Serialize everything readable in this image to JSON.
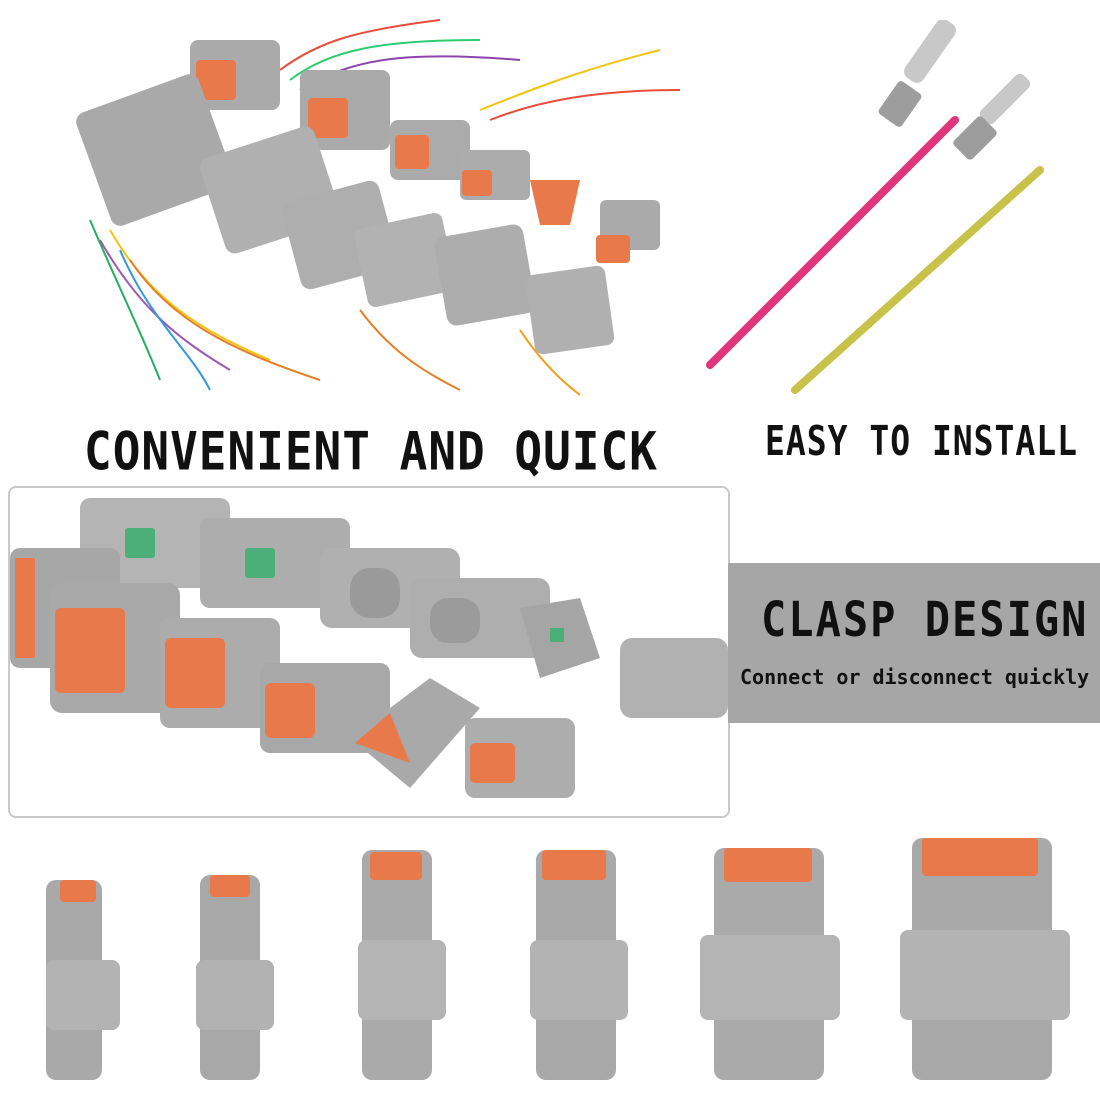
{
  "captions": {
    "top_left": "CONVENIENT AND QUICK",
    "top_right": "EASY TO INSTALL"
  },
  "banner": {
    "title": "CLASP DESIGN",
    "subtitle": "Connect or disconnect quickly"
  },
  "colors": {
    "connector_gray": "#a9a9a9",
    "seal_orange": "#e8794a",
    "wedge_green": "#4caf7a",
    "banner_bg": "#a6a6a6",
    "tube_pink": "#e0357a",
    "tube_yellow": "#c9c24a"
  },
  "icons": {
    "connector_bundle": "wired-connector-bundle-image",
    "terminals": "crimp-terminal-pins-image",
    "clasp_row": "connector-clasp-lineup-image",
    "size_row": "connector-size-range-image"
  }
}
